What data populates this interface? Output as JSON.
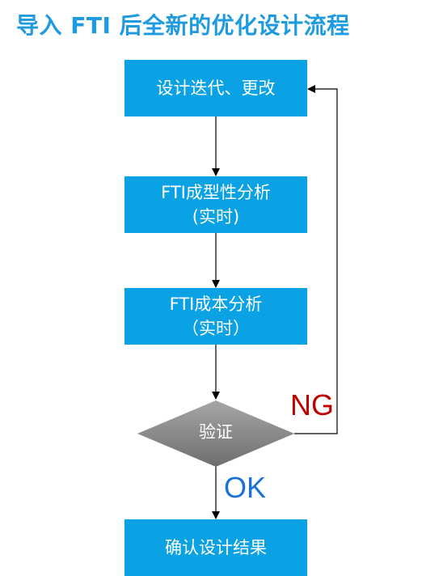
{
  "title": "导入 FTI 后全新的优化设计流程",
  "nodes": {
    "iterate": {
      "lines": [
        "设计迭代、更改"
      ]
    },
    "forming": {
      "lines": [
        "FTI成型性分析",
        "(实时)"
      ]
    },
    "cost": {
      "lines": [
        "FTI成本分析",
        "（实时）"
      ]
    },
    "verify": {
      "label": "验证"
    },
    "confirm": {
      "lines": [
        "确认设计结果"
      ]
    }
  },
  "edges": {
    "ng": "NG",
    "ok": "OK"
  },
  "colors": {
    "title": "#1e9be0",
    "box_fill": "#0aa2e4",
    "box_text": "#ffffff",
    "diamond_fill": "#8c8c8c",
    "ng_text": "#c00000",
    "ok_text": "#1a72d9",
    "connector": "#000000"
  }
}
